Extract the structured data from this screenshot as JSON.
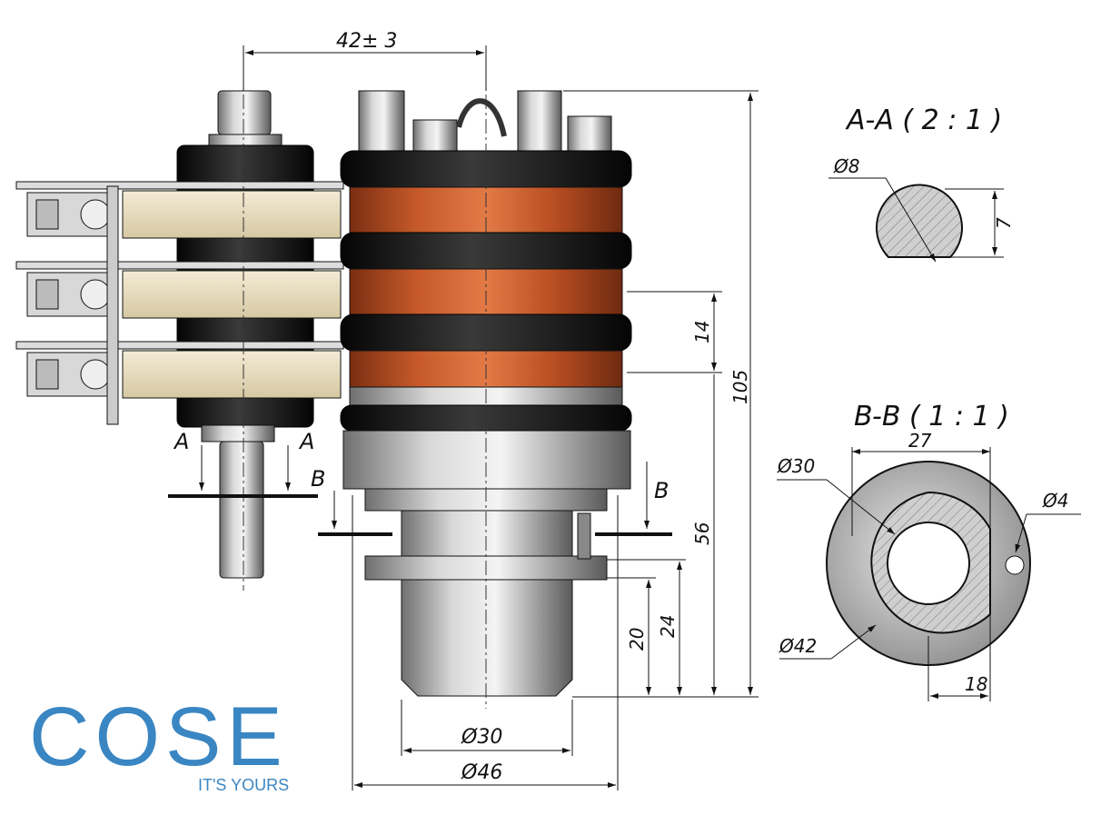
{
  "logo": {
    "brand": "COSE",
    "tagline": "IT'S YOURS",
    "color": "#3a86c3"
  },
  "sections": {
    "aa": {
      "title": "A-A ( 2 : 1 )",
      "dia": "Ø8",
      "flat": "7"
    },
    "bb": {
      "title": "B-B ( 1 : 1 )",
      "width": "27",
      "inner_dia": "Ø30",
      "outer_dia": "Ø42",
      "hole_dia": "Ø4",
      "offset": "18"
    }
  },
  "dimensions": {
    "spacing": "42± 3",
    "height_total": "105",
    "ring_pitch": "14",
    "h56": "56",
    "h24": "24",
    "h20": "20",
    "d30": "Ø30",
    "d46": "Ø46"
  },
  "cut_labels": {
    "a": "A",
    "b": "B"
  },
  "colors": {
    "copper": "#c65a2a",
    "black": "#151515",
    "beige": "#e7dcc0",
    "steel": "#b9b9b9"
  }
}
